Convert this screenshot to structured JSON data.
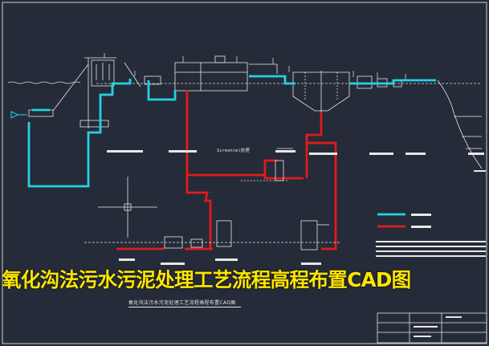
{
  "banner_title": "氧化沟法污水污泥处理工艺流程高程布置CAD图",
  "drawing_subtitle": "氧化沟法污水污泥处理工艺流程高程布置CAD图",
  "mid_label": "Screen(m)处理",
  "colors": {
    "background": "#252b38",
    "water_line": "#22d3e6",
    "sludge_line": "#e01c1c",
    "structure_line": "#e8e8e8",
    "title_text": "#ffe600"
  },
  "legend": [
    {
      "color": "#22d3e6"
    },
    {
      "color": "#e01c1c"
    }
  ]
}
